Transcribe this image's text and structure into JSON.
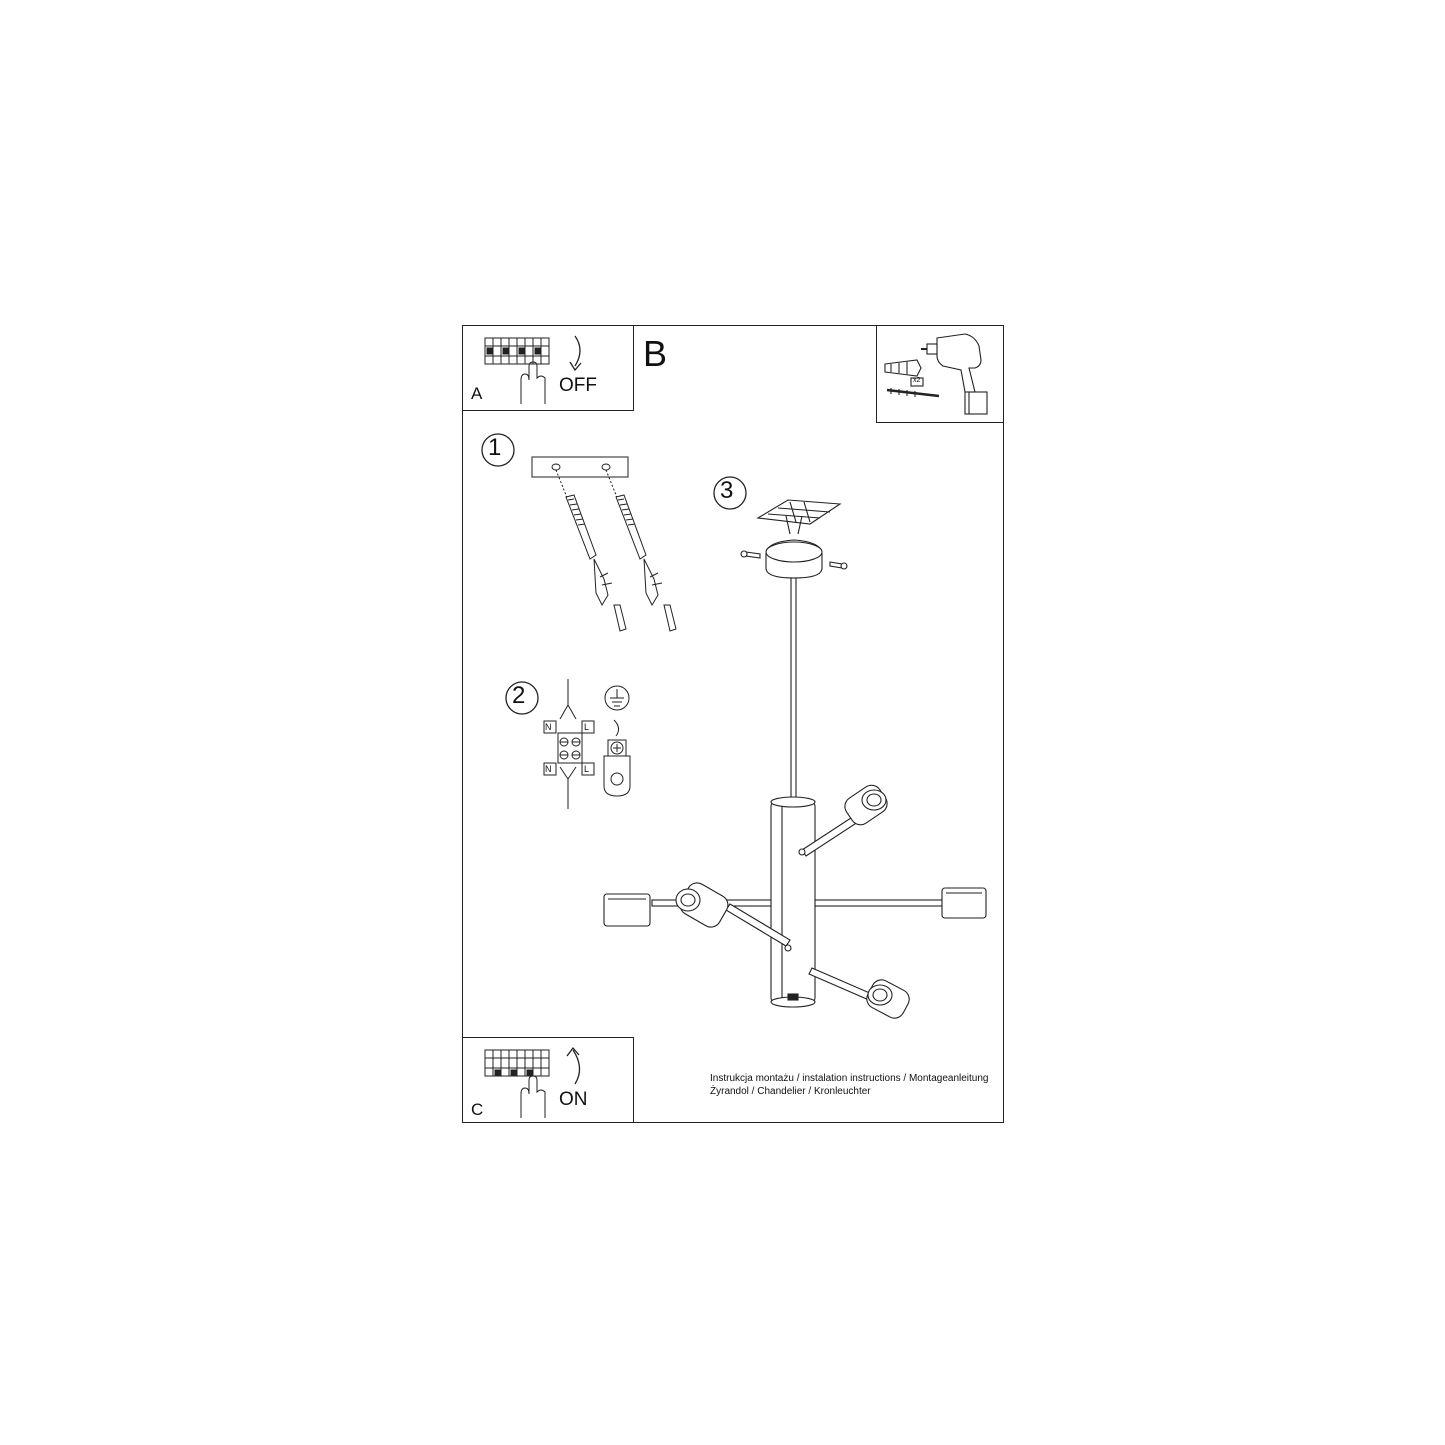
{
  "panels": {
    "a": {
      "letter": "A",
      "action": "OFF"
    },
    "b": {
      "letter": "B"
    },
    "c": {
      "letter": "C",
      "action": "ON"
    },
    "tools": {
      "multiplier": "x2"
    }
  },
  "steps": [
    {
      "number": "1"
    },
    {
      "number": "2",
      "terminal_labels": [
        "N",
        "L",
        "N",
        "L"
      ]
    },
    {
      "number": "3"
    }
  ],
  "footer": {
    "line1": "Instrukcja montażu / instalation instructions / Montageanleitung",
    "line2": "Żyrandol / Chandelier / Kronleuchter"
  },
  "icons": {
    "breaker": "circuit-breaker-icon",
    "drill": "drill-icon",
    "ground": "ground-symbol-icon"
  }
}
